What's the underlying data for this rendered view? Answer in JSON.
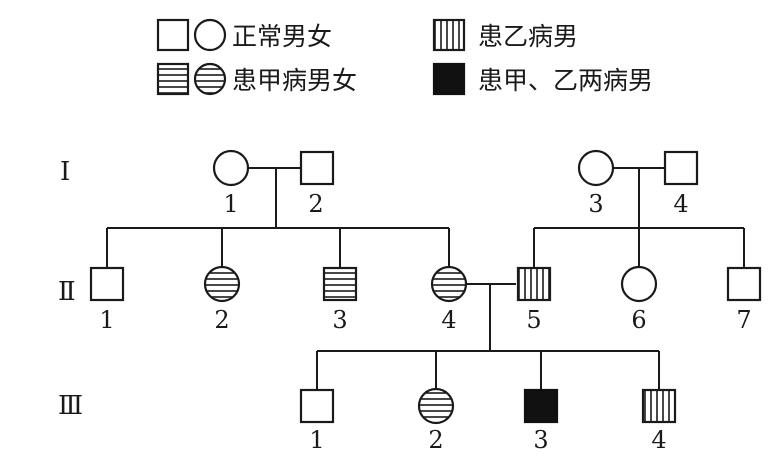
{
  "legend": {
    "normal": "正常男女",
    "diseaseB_male": "患乙病男",
    "diseaseA": "患甲病男女",
    "both_male": "患甲、乙两病男"
  },
  "generations": {
    "g1": "I",
    "g2": "Ⅱ",
    "g3": "Ⅲ"
  },
  "individuals": {
    "I1": "1",
    "I2": "2",
    "I3": "3",
    "I4": "4",
    "II1": "1",
    "II2": "2",
    "II3": "3",
    "II4": "4",
    "II5": "5",
    "II6": "6",
    "II7": "7",
    "III1": "1",
    "III2": "2",
    "III3": "3",
    "III4": "4"
  },
  "colors": {
    "ink": "#1a1a1a",
    "background": "#ffffff"
  }
}
